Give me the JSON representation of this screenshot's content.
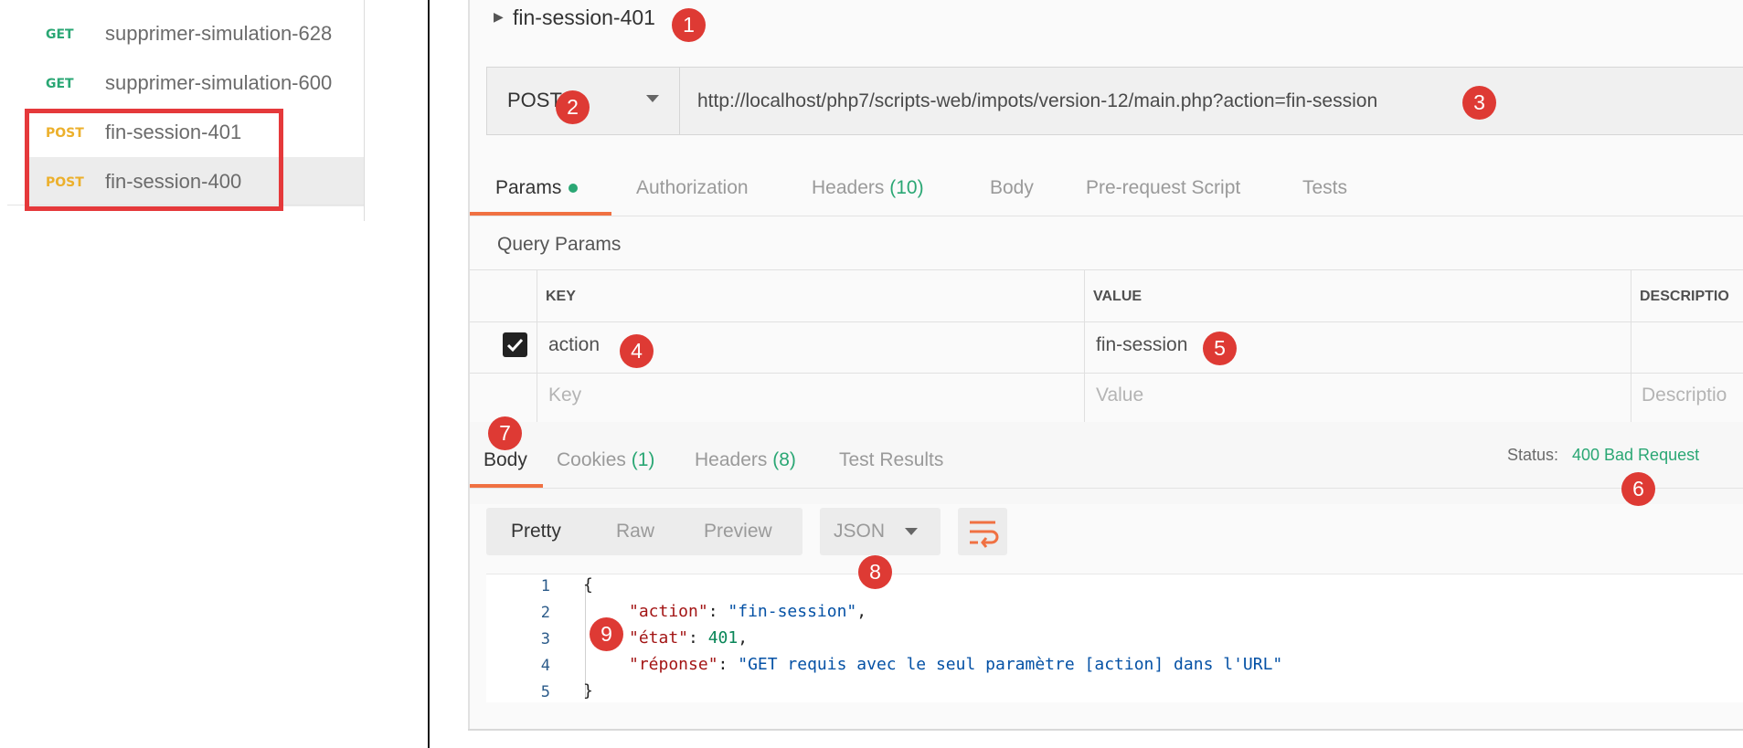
{
  "sidebar": {
    "items": [
      {
        "method": "GET",
        "name": "supprimer-simulation-628"
      },
      {
        "method": "GET",
        "name": "supprimer-simulation-600"
      },
      {
        "method": "POST",
        "name": "fin-session-401"
      },
      {
        "method": "POST",
        "name": "fin-session-400"
      }
    ]
  },
  "request": {
    "title": "fin-session-401",
    "method": "POST",
    "url": "http://localhost/php7/scripts-web/impots/version-12/main.php?action=fin-session"
  },
  "request_tabs": {
    "params": "Params",
    "authorization": "Authorization",
    "headers_label": "Headers",
    "headers_count": "(10)",
    "body": "Body",
    "prerequest": "Pre-request Script",
    "tests": "Tests"
  },
  "query_params": {
    "label": "Query Params",
    "columns": {
      "key": "KEY",
      "value": "VALUE",
      "description": "DESCRIPTIO"
    },
    "rows": [
      {
        "checked": true,
        "key": "action",
        "value": "fin-session"
      }
    ],
    "placeholder": {
      "key": "Key",
      "value": "Value",
      "description": "Descriptio"
    }
  },
  "response_tabs": {
    "body": "Body",
    "cookies_label": "Cookies",
    "cookies_count": "(1)",
    "headers_label": "Headers",
    "headers_count": "(8)",
    "test_results": "Test Results"
  },
  "status": {
    "label": "Status:",
    "value": "400 Bad Request"
  },
  "format": {
    "pretty": "Pretty",
    "raw": "Raw",
    "preview": "Preview",
    "language": "JSON"
  },
  "code": {
    "line_numbers": [
      "1",
      "2",
      "3",
      "4",
      "5"
    ],
    "open_brace": "{",
    "close_brace": "}",
    "lines": [
      {
        "key": "\"action\"",
        "sep": ": ",
        "value": "\"fin-session\"",
        "end": ","
      },
      {
        "key": "\"état\"",
        "sep": ": ",
        "value": "401",
        "end": ","
      },
      {
        "key": "\"réponse\"",
        "sep": ": ",
        "value": "\"GET requis avec le seul paramètre [action] dans l'URL\"",
        "end": ""
      }
    ]
  },
  "annotations": [
    "1",
    "2",
    "3",
    "4",
    "5",
    "6",
    "7",
    "8",
    "9"
  ],
  "colors": {
    "get": "#2aa774",
    "post": "#ecb02c",
    "accent": "#f07142",
    "highlight": "#e5393b",
    "annotation": "#de3a34"
  }
}
